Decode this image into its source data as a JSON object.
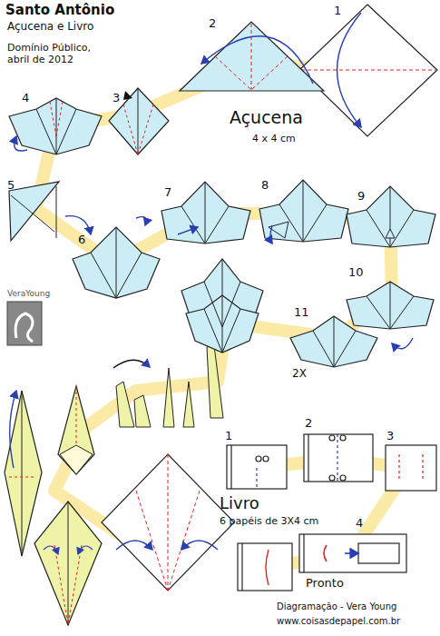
{
  "diagram": {
    "title": "Santo Antônio",
    "labels": [
      "Açucena e Livro",
      "Domínio Público, abril de 2012",
      "1",
      "2",
      "3",
      "4",
      "Açucena",
      "4 x 4 cm",
      "5",
      "6",
      "7",
      "8",
      "9",
      "10",
      "11",
      "2X",
      "VeraYoung",
      "1",
      "2",
      "3",
      "4",
      "Livro",
      "6 papéis de 3X4 cm",
      "Pronto",
      "Diagramação - Vera Young",
      "www.coisasdepapel.com.br"
    ]
  }
}
